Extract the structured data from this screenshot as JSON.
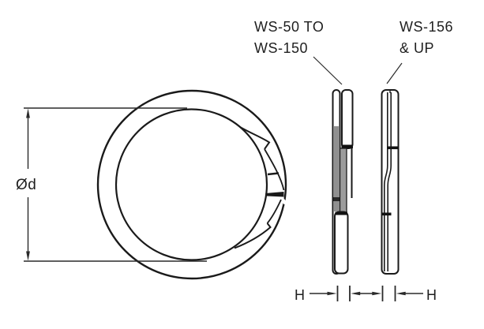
{
  "figure": {
    "background": "#ffffff",
    "line_color": "#1a1a1a",
    "gray_fill": "#9c9c9c",
    "labels": {
      "range_small": {
        "line1": "WS-50 TO",
        "line2": "WS-150"
      },
      "range_large": {
        "line1": "WS-156",
        "line2": "& UP"
      },
      "diameter": "Ød",
      "height_left": "H",
      "height_right": "H"
    }
  }
}
